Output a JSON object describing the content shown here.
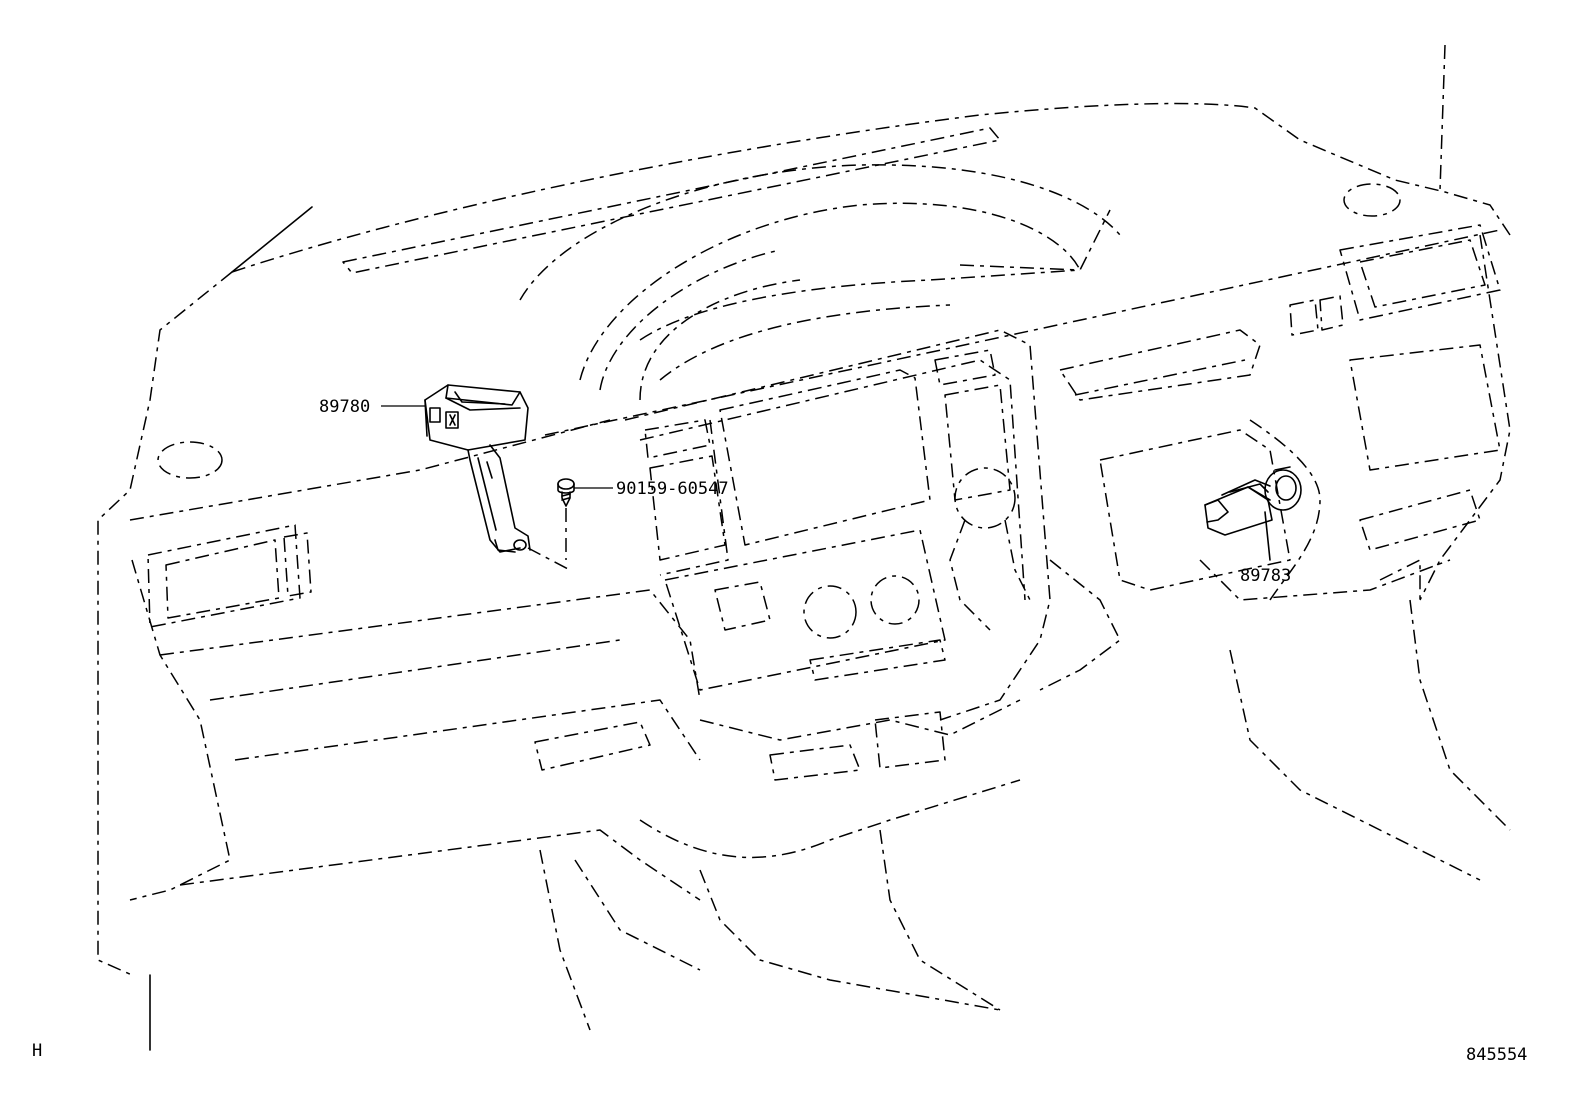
{
  "callouts": {
    "relay_block": "89780",
    "screw": "90159-60547",
    "key_switch": "89783"
  },
  "footer": {
    "section_code": "H",
    "illustration_no": "845554"
  }
}
